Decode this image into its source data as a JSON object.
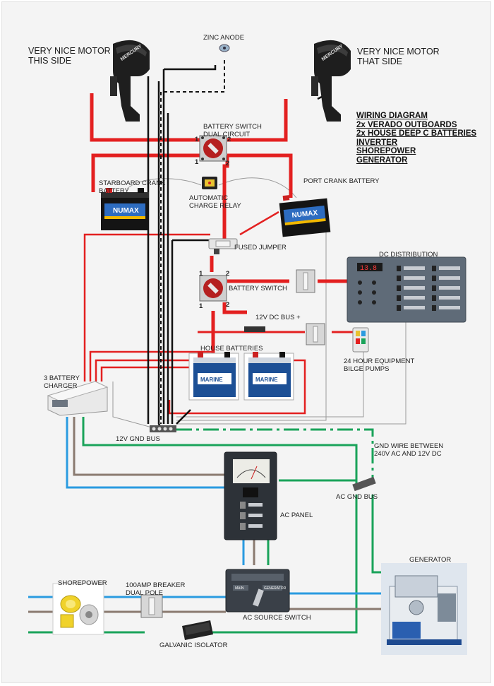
{
  "title_block": {
    "lines": [
      "WIRING DIAGRAM",
      "2x VERADO OUTBOARDS",
      "2x HOUSE DEEP C BATTERIES",
      "INVERTER",
      "SHOREPOWER",
      "GENERATOR"
    ]
  },
  "motors": {
    "left": {
      "line1": "VERY NICE MOTOR",
      "line2": "THIS SIDE",
      "brand": "MERCURY"
    },
    "right": {
      "line1": "VERY NICE MOTOR",
      "line2": "THAT SIDE",
      "brand": "MERCURY"
    }
  },
  "labels": {
    "zinc_anode": "ZINC ANODE",
    "battery_switch_dual_1": "BATTERY SWITCH",
    "battery_switch_dual_2": "DUAL CIRCUIT",
    "starboard_crank_1": "STARBOARD CRANK",
    "starboard_crank_2": "BATTERY",
    "acr_1": "AUTOMATIC",
    "acr_2": "CHARGE RELAY",
    "port_crank": "PORT CRANK BATTERY",
    "fused_jumper": "FUSED JUMPER",
    "battery_switch": "BATTERY SWITCH",
    "dc_distribution": "DC DISTRIBUTION",
    "dc_bus": "12V DC BUS +",
    "house_batteries": "HOUSE BATTERIES",
    "equipment_1": "24 HOUR EQUIPMENT",
    "equipment_2": "BILGE PUMPS",
    "charger_1": "3 BATTERY",
    "charger_2": "CHARGER",
    "gnd_bus": "12V GND BUS",
    "gnd_wire_1": "GND WIRE BETWEEN",
    "gnd_wire_2": "240V AC AND 12V DC",
    "ac_gnd_bus": "AC GND BUS",
    "ac_panel": "AC PANEL",
    "generator": "GENERATOR",
    "shorepower": "SHOREPOWER",
    "breaker_1": "100AMP BREAKER",
    "breaker_2": "DUAL POLE",
    "ac_source_switch": "AC SOURCE SWITCH",
    "galvanic_isolator": "GALVANIC ISOLATOR"
  },
  "terminals": {
    "one": "1",
    "two": "2"
  },
  "battery_brand": "NUMAX",
  "house_battery_brand": "MARINE",
  "dc_panel_display": "13.8",
  "ac_source_switch_labels": {
    "left": "MAIN",
    "right": "GENERATOR"
  },
  "colors": {
    "positive": "#e32020",
    "negative": "#111111",
    "ground_green": "#1aa35a",
    "ac_blue": "#2a9be0",
    "ac_brown": "#8a7a70",
    "thin_gray": "#9a9a9a"
  }
}
